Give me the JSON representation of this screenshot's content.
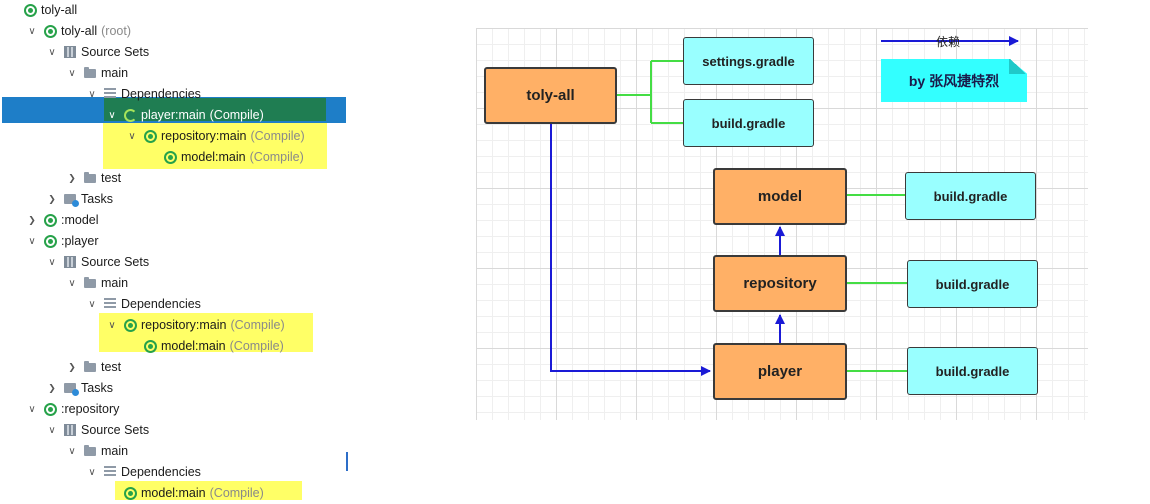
{
  "tree": {
    "nodes": [
      {
        "label": "toly-all",
        "suffix": "",
        "chevron": "",
        "icon": "gradle"
      },
      {
        "label": "toly-all",
        "suffix": "(root)",
        "chevron": "down",
        "icon": "gradle"
      },
      {
        "label": "Source Sets",
        "suffix": "",
        "chevron": "down",
        "icon": "source-set"
      },
      {
        "label": "main",
        "suffix": "",
        "chevron": "down",
        "icon": "folder"
      },
      {
        "label": "Dependencies",
        "suffix": "",
        "chevron": "down",
        "icon": "dependencies"
      },
      {
        "label": "player:main",
        "suffix": "(Compile)",
        "chevron": "down",
        "icon": "gradle-loading"
      },
      {
        "label": "repository:main",
        "suffix": "(Compile)",
        "chevron": "down",
        "icon": "gradle"
      },
      {
        "label": "model:main",
        "suffix": "(Compile)",
        "chevron": "",
        "icon": "gradle"
      },
      {
        "label": "test",
        "suffix": "",
        "chevron": "right",
        "icon": "folder"
      },
      {
        "label": "Tasks",
        "suffix": "",
        "chevron": "right",
        "icon": "tasks"
      },
      {
        "label": ":model",
        "suffix": "",
        "chevron": "right",
        "icon": "gradle"
      },
      {
        "label": ":player",
        "suffix": "",
        "chevron": "down",
        "icon": "gradle"
      },
      {
        "label": "Source Sets",
        "suffix": "",
        "chevron": "down",
        "icon": "source-set"
      },
      {
        "label": "main",
        "suffix": "",
        "chevron": "down",
        "icon": "folder"
      },
      {
        "label": "Dependencies",
        "suffix": "",
        "chevron": "down",
        "icon": "dependencies"
      },
      {
        "label": "repository:main",
        "suffix": "(Compile)",
        "chevron": "down",
        "icon": "gradle"
      },
      {
        "label": "model:main",
        "suffix": "(Compile)",
        "chevron": "",
        "icon": "gradle"
      },
      {
        "label": "test",
        "suffix": "",
        "chevron": "right",
        "icon": "folder"
      },
      {
        "label": "Tasks",
        "suffix": "",
        "chevron": "right",
        "icon": "tasks"
      },
      {
        "label": ":repository",
        "suffix": "",
        "chevron": "down",
        "icon": "gradle"
      },
      {
        "label": "Source Sets",
        "suffix": "",
        "chevron": "down",
        "icon": "source-set"
      },
      {
        "label": "main",
        "suffix": "",
        "chevron": "down",
        "icon": "folder"
      },
      {
        "label": "Dependencies",
        "suffix": "",
        "chevron": "down",
        "icon": "dependencies"
      },
      {
        "label": "model:main",
        "suffix": "(Compile)",
        "chevron": "",
        "icon": "gradle"
      }
    ],
    "selected_index": 5,
    "highlight_color": "#ffff66",
    "selection_color": "#1e7ec8"
  },
  "diagram": {
    "nodes": {
      "toly_all": "toly-all",
      "settings_gradle": "settings.gradle",
      "build_gradle_root": "build.gradle",
      "model": "model",
      "build_gradle_model": "build.gradle",
      "repository": "repository",
      "build_gradle_repository": "build.gradle",
      "player": "player",
      "build_gradle_player": "build.gradle"
    },
    "legend": {
      "label": "依赖",
      "color": "#1a1ad6"
    },
    "note": "by 张风捷特烈",
    "colors": {
      "module": "#ffb066",
      "gradle_file": "#99ffff",
      "note": "#33ffff",
      "dependency_arrow": "#1a1ad6",
      "file_link": "#44dd44"
    }
  }
}
